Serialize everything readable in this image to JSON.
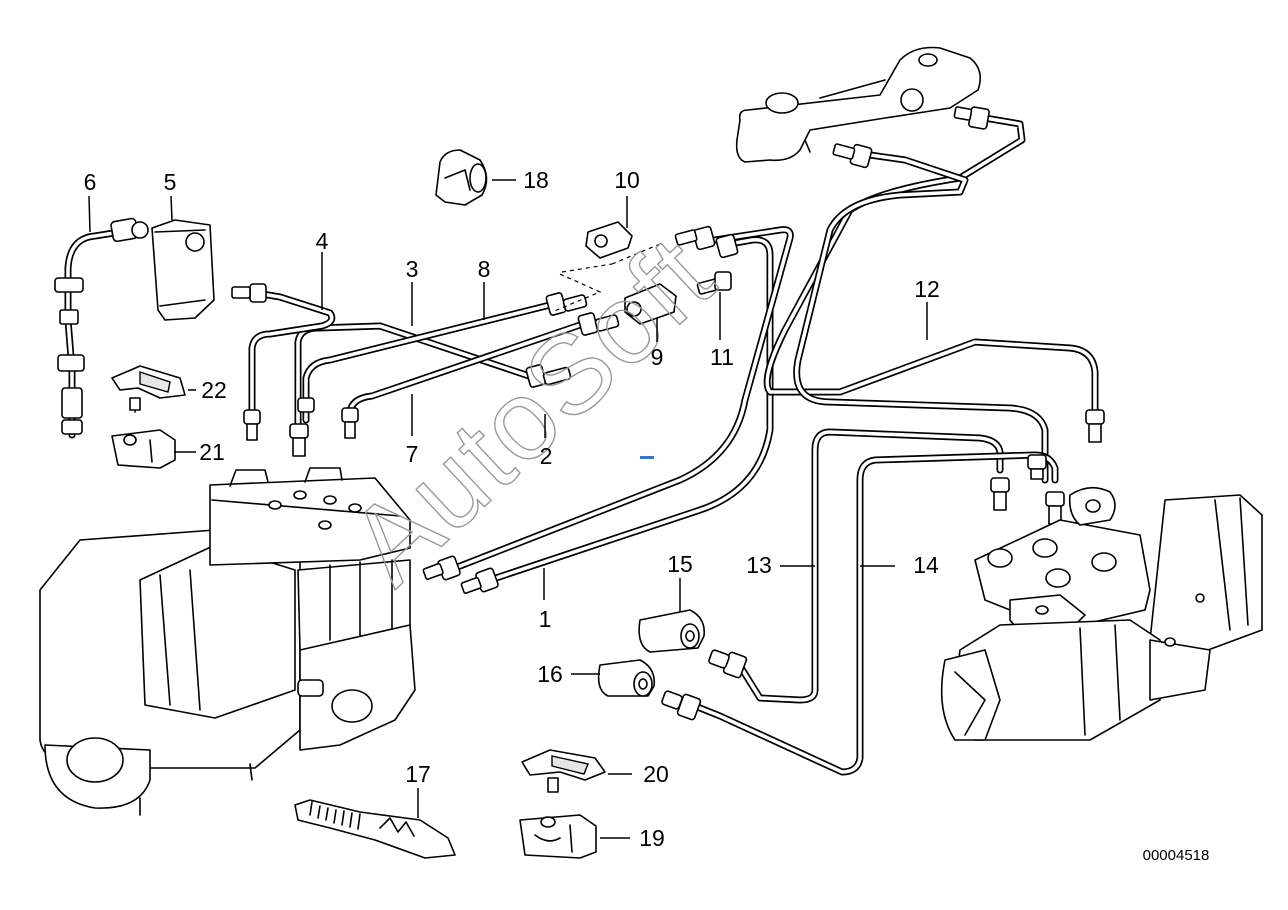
{
  "watermark": "AutoSoft",
  "diagram_number": "00004518",
  "callouts": {
    "c1": "1",
    "c2": "2",
    "c3": "3",
    "c4": "4",
    "c5": "5",
    "c6": "6",
    "c7": "7",
    "c8": "8",
    "c9": "9",
    "c10": "10",
    "c11": "11",
    "c12": "12",
    "c13": "13",
    "c14": "14",
    "c15": "15",
    "c16": "16",
    "c17": "17",
    "c18": "18",
    "c19": "19",
    "c20": "20",
    "c21": "21",
    "c22": "22"
  },
  "colors": {
    "line": "#000000",
    "background": "#ffffff",
    "watermark": "#999999",
    "marker": "#3a6fd8"
  }
}
